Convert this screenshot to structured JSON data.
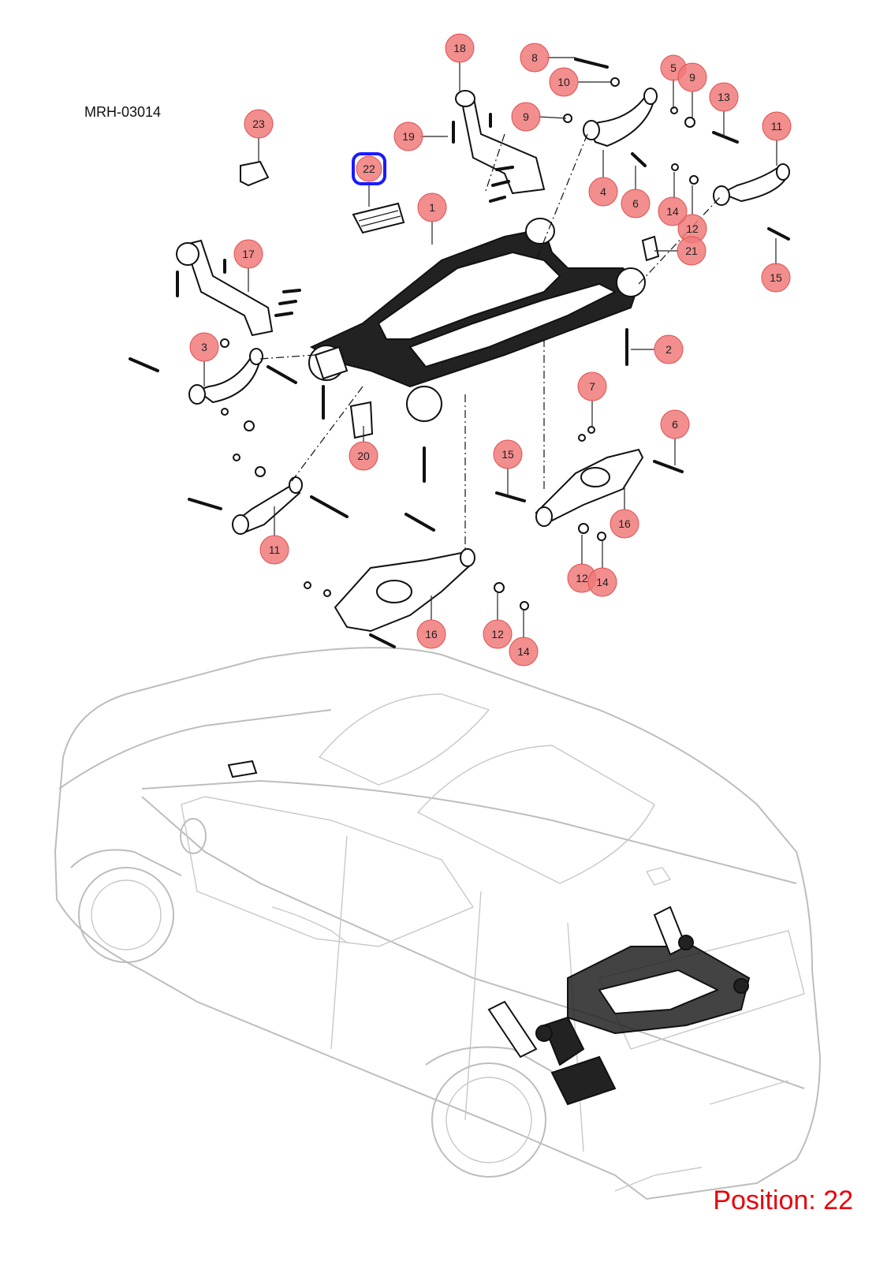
{
  "figure": {
    "reference_code": "MRH-03014",
    "position_label": "Position: 22",
    "highlight_color": "#1a1aff",
    "callout_color": "#f07a7a",
    "position_text_color": "#e8000b",
    "selected_callout": "22"
  },
  "callouts": [
    {
      "id": "c1",
      "label": "1"
    },
    {
      "id": "c2",
      "label": "2"
    },
    {
      "id": "c3",
      "label": "3"
    },
    {
      "id": "c4",
      "label": "4"
    },
    {
      "id": "c5",
      "label": "5"
    },
    {
      "id": "c6a",
      "label": "6"
    },
    {
      "id": "c6b",
      "label": "6"
    },
    {
      "id": "c7",
      "label": "7"
    },
    {
      "id": "c8",
      "label": "8"
    },
    {
      "id": "c9a",
      "label": "9"
    },
    {
      "id": "c9b",
      "label": "9"
    },
    {
      "id": "c10",
      "label": "10"
    },
    {
      "id": "c11a",
      "label": "11"
    },
    {
      "id": "c11b",
      "label": "11"
    },
    {
      "id": "c12a",
      "label": "12"
    },
    {
      "id": "c12b",
      "label": "12"
    },
    {
      "id": "c12c",
      "label": "12"
    },
    {
      "id": "c13",
      "label": "13"
    },
    {
      "id": "c14a",
      "label": "14"
    },
    {
      "id": "c14b",
      "label": "14"
    },
    {
      "id": "c14c",
      "label": "14"
    },
    {
      "id": "c15a",
      "label": "15"
    },
    {
      "id": "c15b",
      "label": "15"
    },
    {
      "id": "c16a",
      "label": "16"
    },
    {
      "id": "c16b",
      "label": "16"
    },
    {
      "id": "c17",
      "label": "17"
    },
    {
      "id": "c18",
      "label": "18"
    },
    {
      "id": "c19",
      "label": "19"
    },
    {
      "id": "c20",
      "label": "20"
    },
    {
      "id": "c21",
      "label": "21"
    },
    {
      "id": "c22",
      "label": "22"
    },
    {
      "id": "c23",
      "label": "23"
    }
  ]
}
